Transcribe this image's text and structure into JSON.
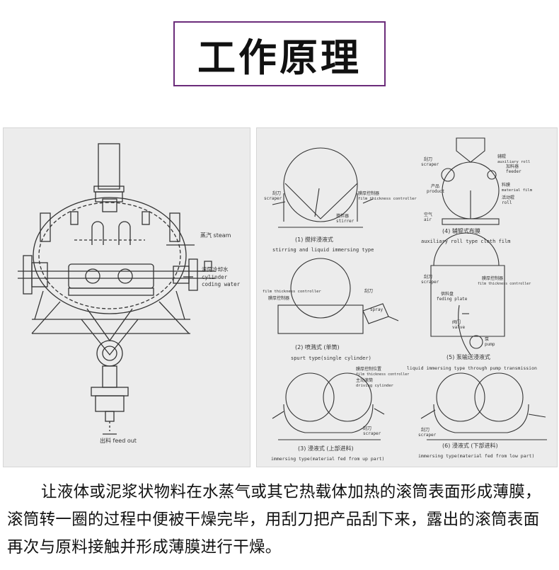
{
  "title": "工作原理",
  "left_diagram": {
    "steam_label": "蒸汽 steam",
    "cooling_cn": "滚筒冷却水",
    "cooling_en_1": "cylinder",
    "cooling_en_2": "coding water",
    "feed_out": "出料 feed out"
  },
  "right_diagram": {
    "d1": {
      "scraper_cn": "刮刀",
      "scraper_en": "scraper",
      "film_cn": "膜厚控制器",
      "film_en": "film thickness controller",
      "stirrer_cn": "搅拌器",
      "stirrer_en": "stirrer",
      "caption_cn": "(1) 搅拌浸液式",
      "caption_en": "stirring and liquid immersing type"
    },
    "d2": {
      "film_en": "film thickness controller",
      "film_cn": "膜厚控制器",
      "scraper_cn": "刮刀",
      "spray_en": "spray",
      "caption_cn": "(2) 喷溅式 (单筒)",
      "caption_en": "spurt type(single cylinder)"
    },
    "d3": {
      "film_cn": "膜厚控制位置",
      "film_en": "film thickness controller",
      "drive_cn": "主动滚筒",
      "drive_en": "driving cylinder",
      "scraper_cn": "刮刀",
      "scraper_en": "scraper",
      "caption_cn": "(3) 浸液式 (上部进料)",
      "caption_en": "immersing type(material fed from up part)"
    },
    "d4": {
      "scraper_cn": "刮刀",
      "scraper_en": "scraper",
      "aux_cn": "辅辊",
      "aux_en": "auxiliary roll",
      "feeder_cn": "加料器",
      "feeder_en": "feeder",
      "product_cn": "产品",
      "product_en": "product",
      "material_cn": "料膜",
      "material_en": "material film",
      "active_cn": "活动辊",
      "active_en": "roll",
      "air_cn": "空气",
      "air_en": "air",
      "caption_cn": "(4) 辅辊式布膜",
      "caption_en": "auxiliary roll type cloth film"
    },
    "d5": {
      "scraper_cn": "刮刀",
      "scraper_en": "scraper",
      "film_cn": "膜厚控制器",
      "film_en": "film thickness controller",
      "plate_cn": "供料盘",
      "plate_en": "feding plate",
      "valve_cn": "阀门",
      "valve_en": "valve",
      "pump_cn": "泵",
      "pump_en": "pump",
      "caption_cn": "(5) 泵输送浸液式",
      "caption_en": "liquid immersing type through pump transmission"
    },
    "d6": {
      "scraper_cn": "刮刀",
      "scraper_en": "scraper",
      "caption_cn": "(6) 浸液式 (下部进料)",
      "caption_en": "immersing type(material fed from low part)"
    }
  },
  "description": "让液体或泥浆状物料在水蒸气或其它热载体加热的滚筒表面形成薄膜，滚筒转一圈的过程中便被干燥完毕，用刮刀把产品刮下来，露出的滚筒表面再次与原料接触并形成薄膜进行干燥。"
}
